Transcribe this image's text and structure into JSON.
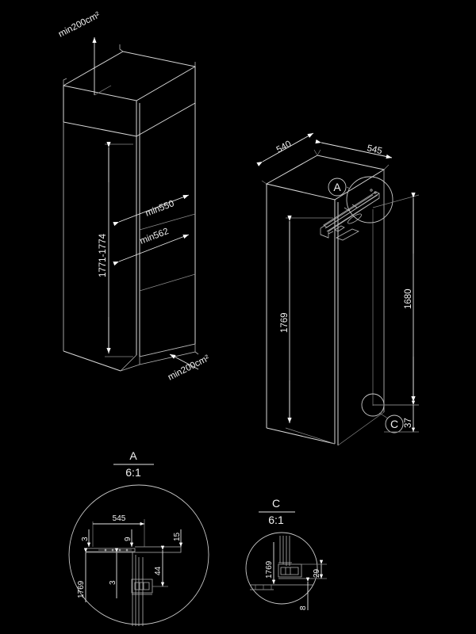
{
  "drawing": {
    "title": "Built-in appliance installation drawing",
    "background_color": "#000000",
    "line_color": "#d8d8d8",
    "text_color": "#f0f0f0"
  },
  "niche_view": {
    "name": "cabinet-niche-isometric",
    "labels": {
      "vent_top": "min200cm²",
      "vent_bottom": "min200cm²",
      "height": "1771-1774",
      "depth": "min550",
      "width": "min562"
    }
  },
  "appliance_view": {
    "name": "appliance-isometric",
    "labels": {
      "depth": "540",
      "width": "545",
      "body_height": "1769",
      "door_height": "1680",
      "plinth": "37",
      "callout_a": "A",
      "callout_c": "C"
    }
  },
  "detail_a": {
    "name": "detail-a",
    "title": "A",
    "scale": "6:1",
    "labels": {
      "d545": "545",
      "d3_top": "3",
      "d9": "9",
      "d15": "15",
      "d1769": "1769",
      "d3_bottom": "3",
      "d44": "44"
    }
  },
  "detail_c": {
    "name": "detail-c",
    "title": "C",
    "scale": "6:1",
    "labels": {
      "d1769": "1769",
      "d29": "29",
      "d8": "8"
    }
  }
}
